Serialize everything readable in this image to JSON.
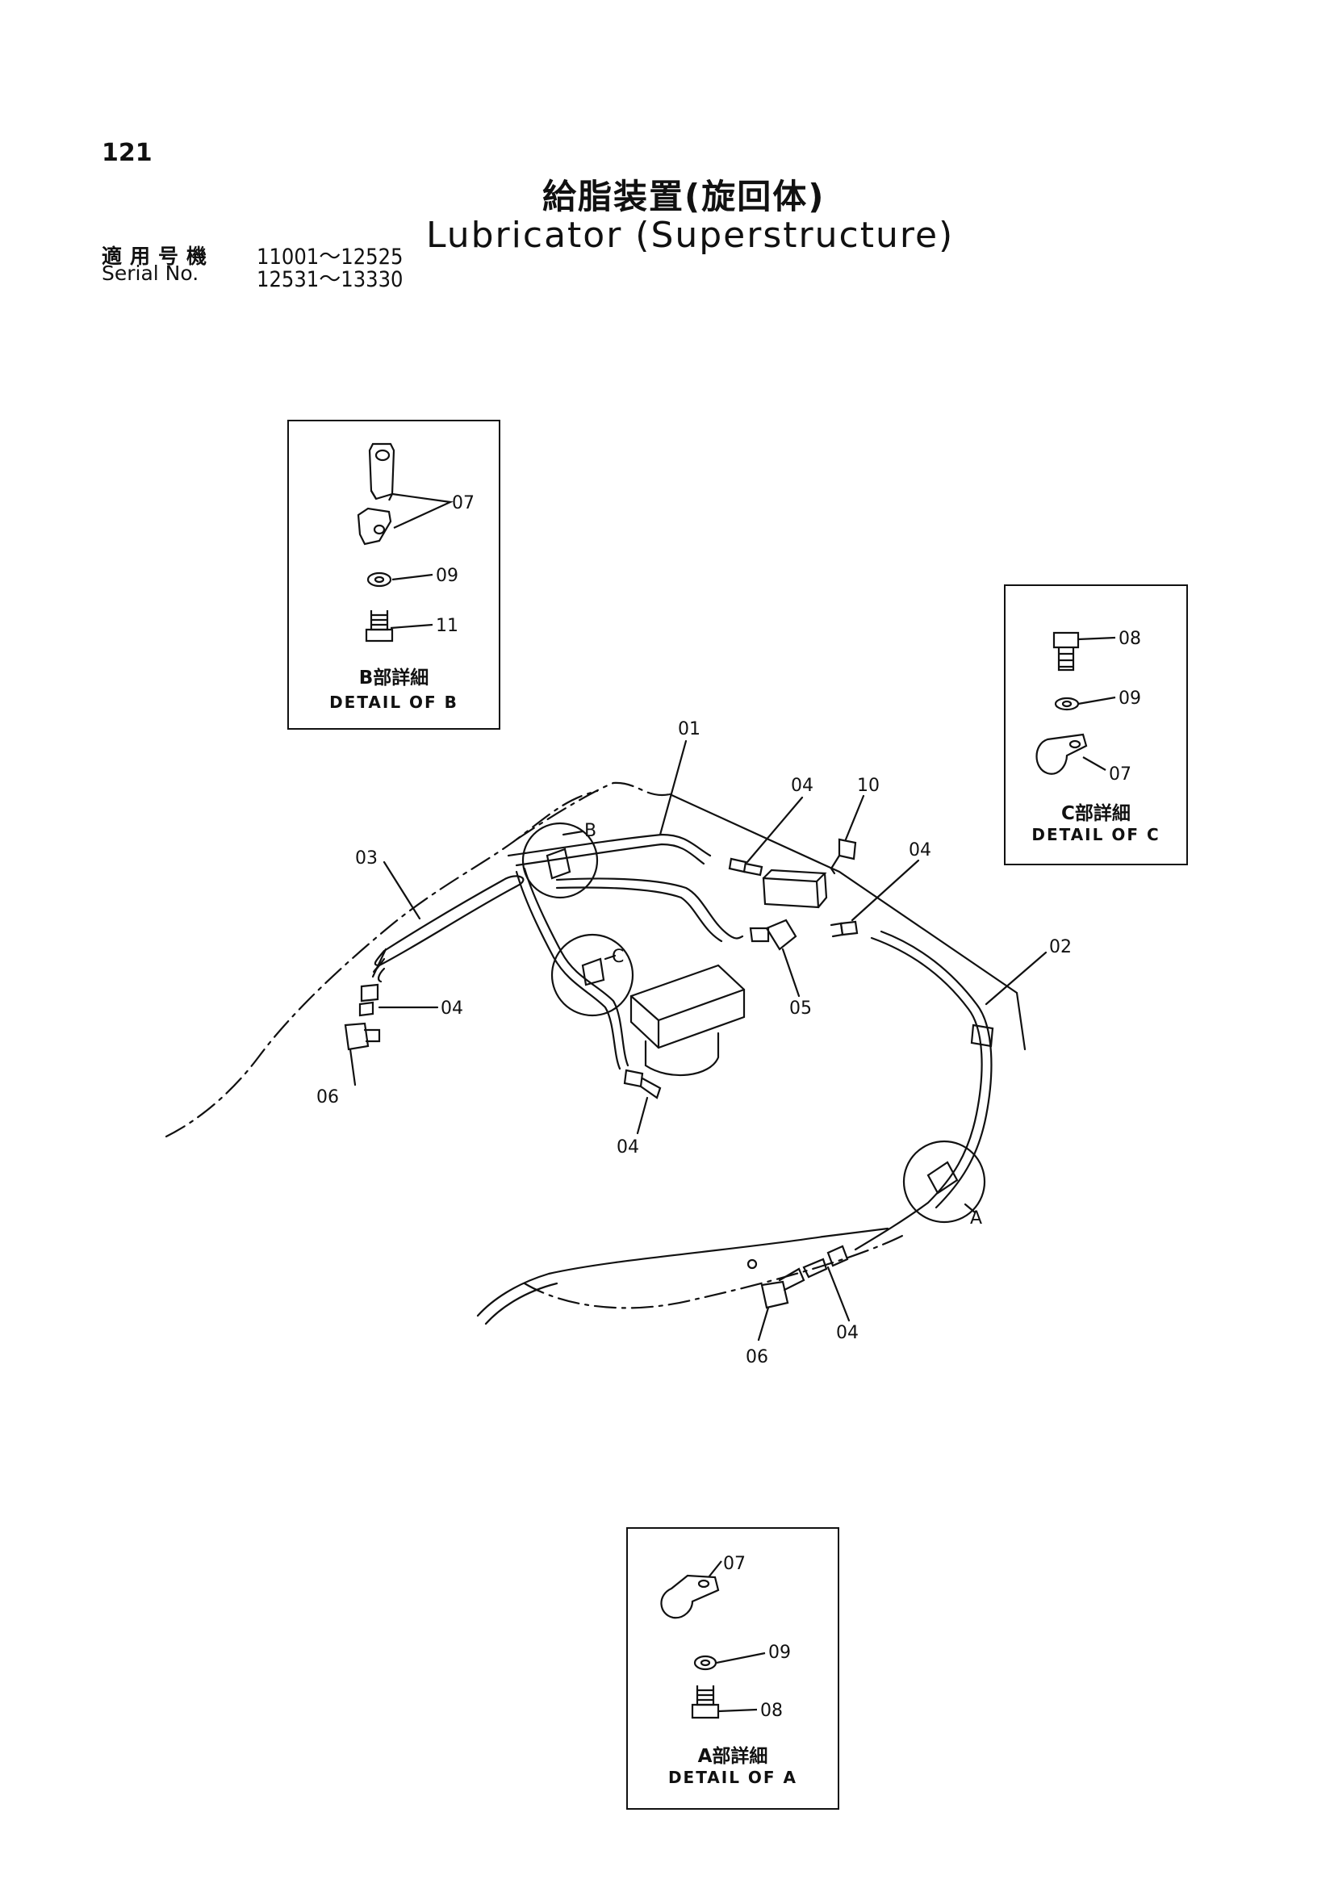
{
  "header": {
    "page_number": "121",
    "title_ja": "給脂装置(旋回体)",
    "title_en": "Lubricator (Superstructure)",
    "serial_label_ja": "適用号機",
    "serial_label_en": "Serial No.",
    "serial_range_1": "11001～12525",
    "serial_range_2": "12531～13330"
  },
  "details": {
    "b": {
      "title_ja": "B部詳細",
      "title_en": "DETAIL OF B",
      "parts": [
        "07",
        "09",
        "11"
      ]
    },
    "c": {
      "title_ja": "C部詳細",
      "title_en": "DETAIL OF C",
      "parts": [
        "08",
        "09",
        "07"
      ]
    },
    "a": {
      "title_ja": "A部詳細",
      "title_en": "DETAIL OF A",
      "parts": [
        "07",
        "09",
        "08"
      ]
    }
  },
  "main_labels": {
    "p01": "01",
    "p02": "02",
    "p03": "03",
    "p04a": "04",
    "p04b": "04",
    "p04c": "04",
    "p04d": "04",
    "p04e": "04",
    "p05": "05",
    "p06a": "06",
    "p06b": "06",
    "p10": "10",
    "ref_a": "A",
    "ref_b": "B",
    "ref_c": "C"
  }
}
